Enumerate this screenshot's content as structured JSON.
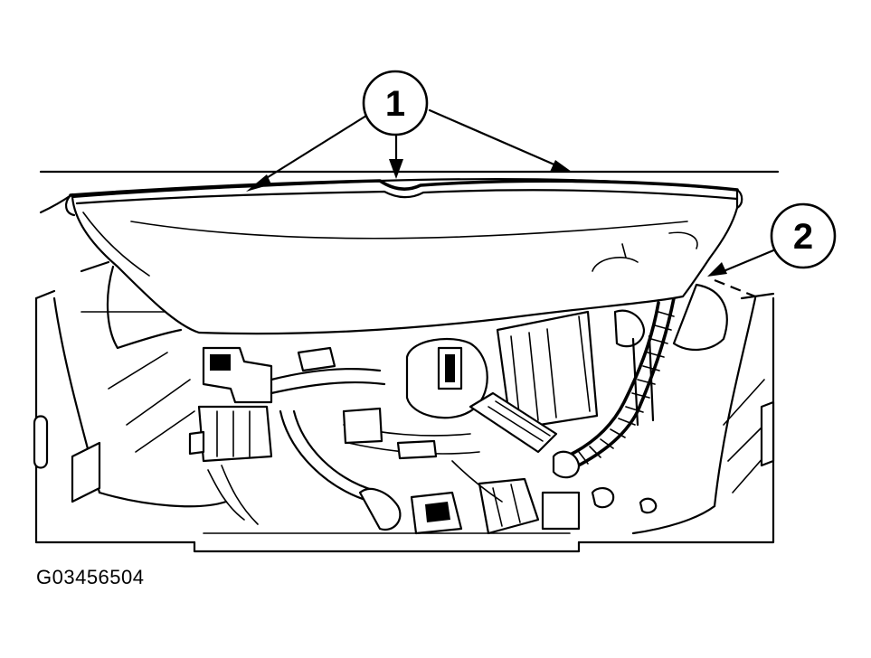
{
  "callouts": [
    {
      "label": "1"
    },
    {
      "label": "2"
    }
  ],
  "figure_id": "G03456504"
}
